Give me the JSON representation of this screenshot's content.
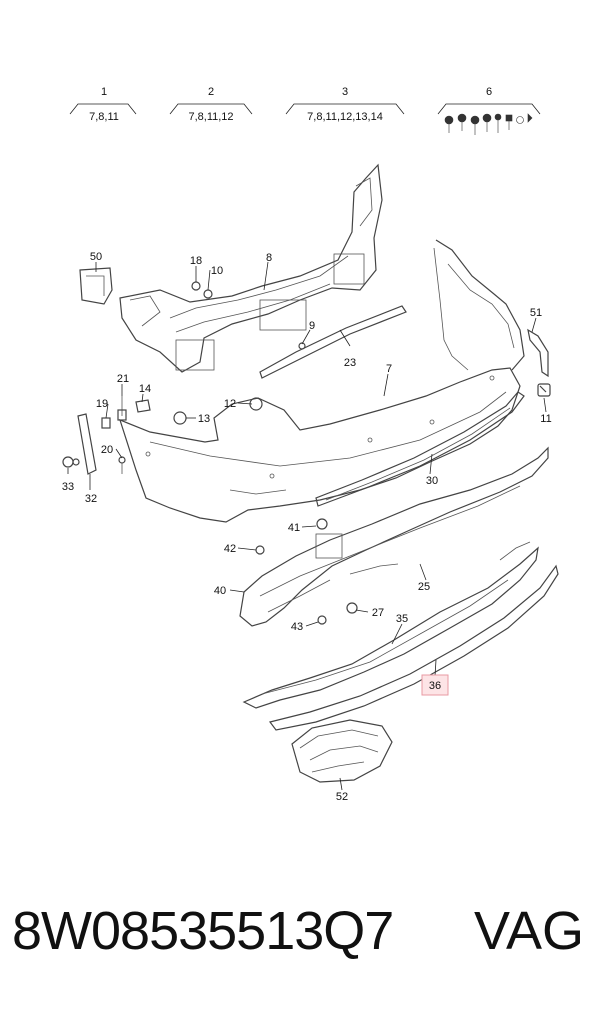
{
  "header_groups": [
    {
      "id": "1",
      "items": "7,8,11"
    },
    {
      "id": "2",
      "items": "7,8,11,12"
    },
    {
      "id": "3",
      "items": "7,8,11,12,13,14"
    },
    {
      "id": "6",
      "items": ""
    }
  ],
  "callouts": {
    "c50": "50",
    "c18": "18",
    "c10": "10",
    "c8": "8",
    "c9": "9",
    "c23": "23",
    "c7": "7",
    "c51": "51",
    "c11": "11",
    "c21": "21",
    "c14": "14",
    "c19": "19",
    "c12": "12",
    "c13": "13",
    "c20": "20",
    "c33": "33",
    "c32": "32",
    "c30": "30",
    "c41": "41",
    "c42": "42",
    "c40": "40",
    "c25": "25",
    "c27": "27",
    "c43": "43",
    "c35": "35",
    "c36": "36",
    "c52": "52"
  },
  "footer": {
    "part_number": "8W08535513Q7",
    "brand": "VAG"
  },
  "colors": {
    "highlight_fill": "#fde4e6",
    "highlight_stroke": "#e89aa3",
    "line": "#444444"
  }
}
